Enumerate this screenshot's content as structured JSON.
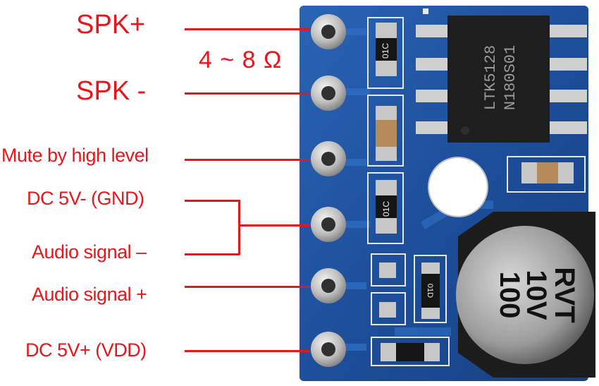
{
  "labels": {
    "spk_plus": "SPK+",
    "spk_minus": "SPK -",
    "impedance": "4 ~ 8 Ω",
    "mute": "Mute by high level",
    "gnd": "DC 5V-  (GND)",
    "audio_minus": "Audio signal –",
    "audio_plus": "Audio signal +",
    "vdd": "DC 5V+ (VDD)"
  },
  "chip": {
    "line1": "LTK5128",
    "line2": "N180S01"
  },
  "resistor_codes": {
    "top": "01C",
    "mid": "01C",
    "small": "01D"
  },
  "capacitor": {
    "line1": "100",
    "line2": "10V",
    "line3": "RVT"
  },
  "colors": {
    "label_red": "#e8161b",
    "board_blue": "#1b4f9c",
    "pad_silver": "#c9c9c9"
  }
}
